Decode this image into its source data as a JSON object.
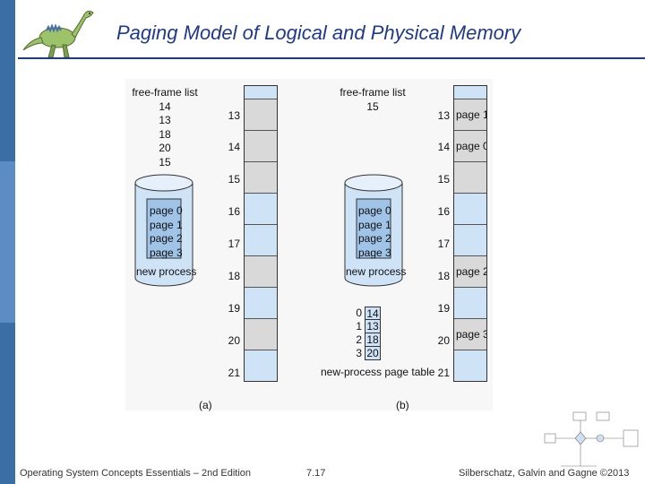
{
  "slide": {
    "title": "Paging Model of Logical and Physical Memory"
  },
  "figure": {
    "a": {
      "free_frame_list_label": "free-frame list",
      "free_frame_list": [
        "14",
        "13",
        "18",
        "20",
        "15"
      ],
      "disk_pages": [
        "page 0",
        "page 1",
        "page 2",
        "page 3"
      ],
      "disk_label": "new process",
      "frames": [
        {
          "num": "13",
          "content": ""
        },
        {
          "num": "14",
          "content": ""
        },
        {
          "num": "15",
          "content": ""
        },
        {
          "num": "16",
          "content": ""
        },
        {
          "num": "17",
          "content": ""
        },
        {
          "num": "18",
          "content": ""
        },
        {
          "num": "19",
          "content": ""
        },
        {
          "num": "20",
          "content": ""
        },
        {
          "num": "21",
          "content": ""
        }
      ],
      "caption": "(a)"
    },
    "b": {
      "free_frame_list_label": "free-frame list",
      "free_frame_list": [
        "15"
      ],
      "disk_pages": [
        "page 0",
        "page 1",
        "page 2",
        "page 3"
      ],
      "disk_label": "new process",
      "frames": [
        {
          "num": "13",
          "content": "page 1"
        },
        {
          "num": "14",
          "content": "page 0"
        },
        {
          "num": "15",
          "content": ""
        },
        {
          "num": "16",
          "content": ""
        },
        {
          "num": "17",
          "content": ""
        },
        {
          "num": "18",
          "content": "page 2"
        },
        {
          "num": "19",
          "content": ""
        },
        {
          "num": "20",
          "content": "page 3"
        },
        {
          "num": "21",
          "content": ""
        }
      ],
      "page_table": {
        "label": "new-process page table",
        "rows": [
          {
            "index": "0",
            "frame": "14"
          },
          {
            "index": "1",
            "frame": "13"
          },
          {
            "index": "2",
            "frame": "18"
          },
          {
            "index": "3",
            "frame": "20"
          }
        ]
      },
      "caption": "(b)"
    }
  },
  "footer": {
    "left": "Operating System Concepts Essentials – 2nd Edition",
    "center": "7.17",
    "right": "Silberschatz, Galvin and Gagne ©2013"
  },
  "colors": {
    "title": "#1f3a8a",
    "sidebar": "#3a6ea5",
    "frame_free": "#cfe3f6",
    "frame_used": "#d9d9d9"
  },
  "icons": [
    "dinosaur-logo",
    "paging-hardware-thumbnail"
  ]
}
